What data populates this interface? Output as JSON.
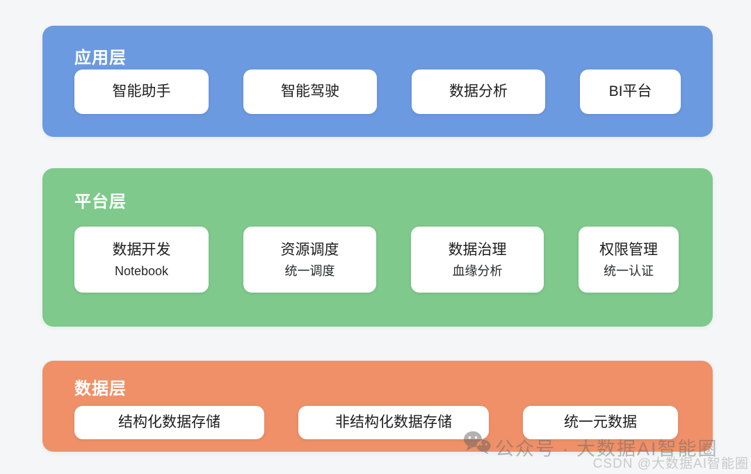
{
  "page": {
    "background_color": "#f5f6f8"
  },
  "layers": [
    {
      "id": "application-layer",
      "title": "应用层",
      "color": "#6c9ae0",
      "boxes": [
        {
          "label": "智能助手"
        },
        {
          "label": "智能驾驶"
        },
        {
          "label": "数据分析"
        },
        {
          "label": "BI平台"
        }
      ]
    },
    {
      "id": "platform-layer",
      "title": "平台层",
      "color": "#7ec98b",
      "boxes": [
        {
          "label": "数据开发",
          "sublabel": "Notebook"
        },
        {
          "label": "资源调度",
          "sublabel": "统一调度"
        },
        {
          "label": "数据治理",
          "sublabel": "血缘分析"
        },
        {
          "label": "权限管理",
          "sublabel": "统一认证"
        }
      ]
    },
    {
      "id": "data-layer",
      "title": "数据层",
      "color": "#ef9068",
      "boxes": [
        {
          "label": "结构化数据存储"
        },
        {
          "label": "非结构化数据存储"
        },
        {
          "label": "统一元数据"
        }
      ]
    }
  ],
  "watermark": {
    "icon": "wechat-icon",
    "main_text": "公众号 · 大数据AI智能圈",
    "csdn_text": "CSDN @大数据AI智能圈",
    "main_color": "rgba(100,100,100,0.45)",
    "csdn_color": "#c7cacd"
  }
}
